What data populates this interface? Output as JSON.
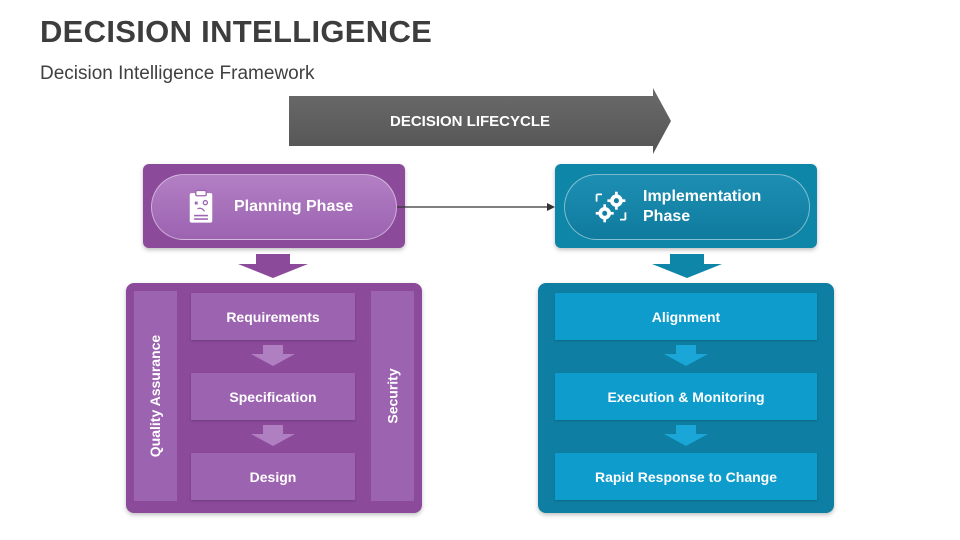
{
  "title": "DECISION INTELLIGENCE",
  "subtitle": "Decision Intelligence Framework",
  "lifecycle": {
    "label": "DECISION LIFECYCLE"
  },
  "planning": {
    "label": "Planning Phase",
    "icon": "clipboard-strategy-icon",
    "color": "#8b4a9a",
    "steps": [
      "Requirements",
      "Specification",
      "Design"
    ],
    "side_left": "Quality Assurance",
    "side_right": "Security"
  },
  "implementation": {
    "label_line1": "Implementation",
    "label_line2": "Phase",
    "icon": "gears-cycle-icon",
    "color": "#0e86a8",
    "steps": [
      "Alignment",
      "Execution & Monitoring",
      "Rapid Response to Change"
    ]
  },
  "colors": {
    "title": "#3d3d3d",
    "lifecycle_arrow": "#5f5f5f",
    "purple_dark": "#8b4a9a",
    "purple_light": "#9c64b0",
    "teal_dark": "#0e86a8",
    "teal_light": "#0d9ccc"
  }
}
